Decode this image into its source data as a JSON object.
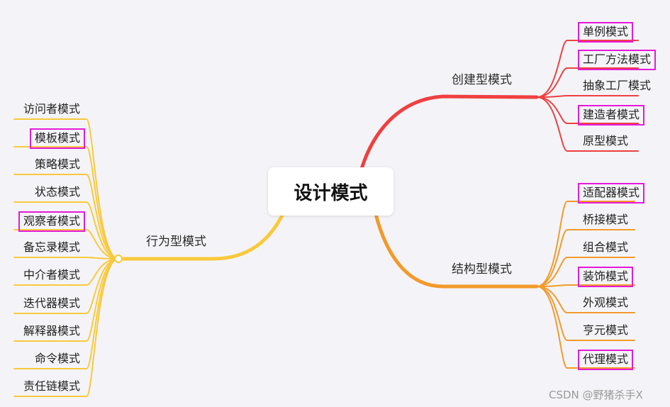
{
  "central": {
    "label": "设计模式"
  },
  "colors": {
    "creational": "#ef4040",
    "structural": "#f39a2b",
    "behavioral": "#f9c93c",
    "highlight_border": "#e51ad9"
  },
  "branches": {
    "creational": {
      "label": "创建型模式",
      "items": [
        {
          "label": "单例模式",
          "highlighted": true
        },
        {
          "label": "工厂方法模式",
          "highlighted": true
        },
        {
          "label": "抽象工厂模式",
          "highlighted": false
        },
        {
          "label": "建造者模式",
          "highlighted": true
        },
        {
          "label": "原型模式",
          "highlighted": false
        }
      ]
    },
    "structural": {
      "label": "结构型模式",
      "items": [
        {
          "label": "适配器模式",
          "highlighted": true
        },
        {
          "label": "桥接模式",
          "highlighted": false
        },
        {
          "label": "组合模式",
          "highlighted": false
        },
        {
          "label": "装饰模式",
          "highlighted": true
        },
        {
          "label": "外观模式",
          "highlighted": false
        },
        {
          "label": "亨元模式",
          "highlighted": false
        },
        {
          "label": "代理模式",
          "highlighted": true
        }
      ]
    },
    "behavioral": {
      "label": "行为型模式",
      "items": [
        {
          "label": "访问者模式",
          "highlighted": false
        },
        {
          "label": "模板模式",
          "highlighted": true
        },
        {
          "label": "策略模式",
          "highlighted": false
        },
        {
          "label": "状态模式",
          "highlighted": false
        },
        {
          "label": "观察者模式",
          "highlighted": true
        },
        {
          "label": "备忘录模式",
          "highlighted": false
        },
        {
          "label": "中介者模式",
          "highlighted": false
        },
        {
          "label": "迭代器模式",
          "highlighted": false
        },
        {
          "label": "解释器模式",
          "highlighted": false
        },
        {
          "label": "命令模式",
          "highlighted": false
        },
        {
          "label": "责任链模式",
          "highlighted": false
        }
      ]
    }
  },
  "watermark": "CSDN @野猪杀手X"
}
